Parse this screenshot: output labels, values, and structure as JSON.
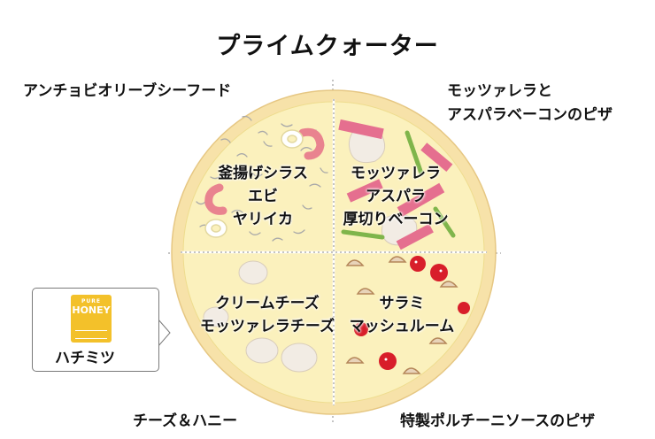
{
  "title": "プライムクォーター",
  "quarters": {
    "top_left": {
      "name": "アンチョビオリーブシーフード",
      "ingredients": [
        "釜揚げシラス",
        "エビ",
        "ヤリイカ"
      ]
    },
    "top_right": {
      "name_line1": "モッツァレラと",
      "name_line2": "アスパラベーコンのピザ",
      "ingredients": [
        "モッツァレラ",
        "アスパラ",
        "厚切りベーコン"
      ]
    },
    "bottom_left": {
      "name": "チーズ＆ハニー",
      "ingredients": [
        "クリームチーズ",
        "モッツァレラチーズ"
      ]
    },
    "bottom_right": {
      "name": "特製ポルチーニソースのピザ",
      "ingredients": [
        "サラミ",
        "マッシュルーム"
      ]
    }
  },
  "honey": {
    "brand": "PURE",
    "name_line1": "HONEY",
    "label": "ハチミツ"
  },
  "colors": {
    "crust": "#f7e2a9",
    "cheese": "#fbf1bd",
    "ham": "#e56f8f",
    "asparagus": "#7fb54b",
    "salami": "#d81e2a",
    "mushroom": "#cfa884",
    "honey": "#f3c12a"
  }
}
